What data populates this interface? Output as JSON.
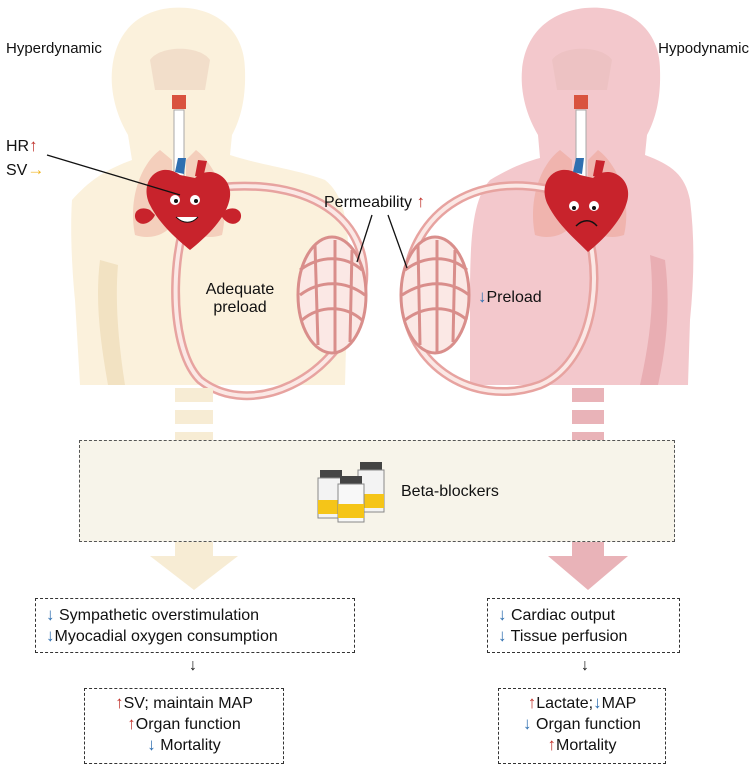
{
  "left_panel": {
    "title": "Hyperdynamic",
    "hr_label": "HR",
    "sv_label": "SV",
    "preload_label_line1": "Adequate",
    "preload_label_line2": "preload"
  },
  "right_panel": {
    "title": "Hypodynamic",
    "preload_label": "Preload"
  },
  "center": {
    "permeability_label": "Permeability"
  },
  "drug": {
    "label": "Beta-blockers"
  },
  "left_effects": {
    "line1": "Sympathetic overstimulation",
    "line2": "Myocadial oxygen consumption"
  },
  "left_outcomes": {
    "line1": "SV; maintain MAP",
    "line2": "Organ function",
    "line3": "Mortality"
  },
  "right_effects": {
    "line1": "Cardiac output",
    "line2": "Tissue perfusion"
  },
  "right_outcomes": {
    "line1a": "Lactate;",
    "line1b": "MAP",
    "line2": "Organ function",
    "line3": "Mortality"
  },
  "colors": {
    "hyper_body": "#fbf1dc",
    "hypo_body": "#f3c8cc",
    "vessel": "#e7a3a0",
    "vessel_dark": "#c97b79",
    "lung": "#f2b7a6",
    "heart": "#c8232c",
    "up_arrow": "#c0302a",
    "down_arrow": "#2f6fb0",
    "neutral_arrow": "#f0b31a",
    "hyper_arrow": "#f7ecd4",
    "hypo_arrow": "#e9b3b8",
    "drug_box_bg": "#f7f4ea"
  }
}
